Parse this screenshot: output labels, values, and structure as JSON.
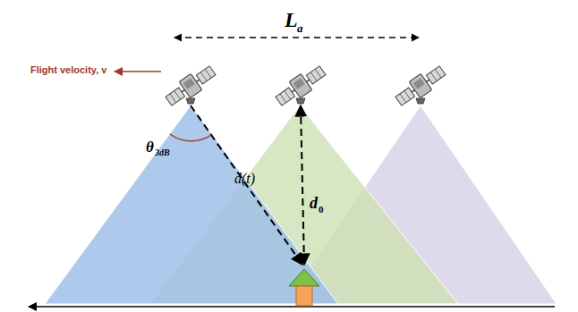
{
  "diagram": {
    "labels": [
      "L",
      "a",
      "Flight velocity, v",
      "θ",
      "3dB",
      "d(t)",
      "d",
      "0"
    ]
  }
}
